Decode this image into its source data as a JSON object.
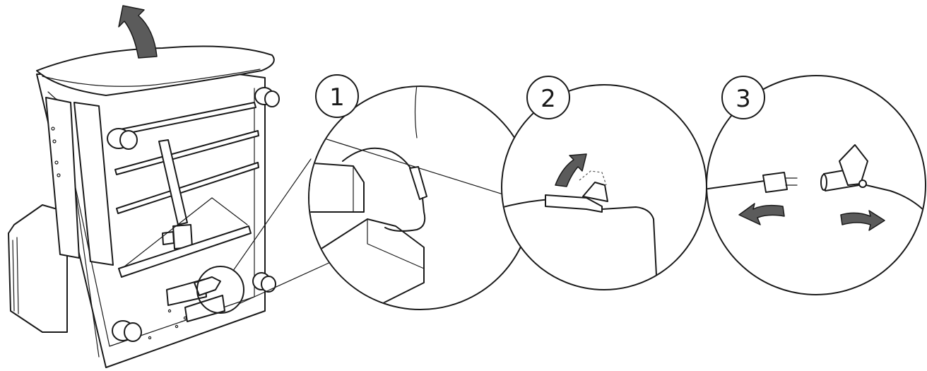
{
  "figure": {
    "steps": [
      {
        "number": "1"
      },
      {
        "number": "2"
      },
      {
        "number": "3"
      }
    ]
  },
  "icons": {
    "lift": "curved-arrow-up-icon",
    "flip": "curved-arrow-icon",
    "pull_left": "curved-arrow-left-icon",
    "pull_right": "curved-arrow-right-icon"
  },
  "colors": {
    "line": "#1a1a1a",
    "arrow_fill": "#5b5b5b",
    "background": "#ffffff"
  }
}
